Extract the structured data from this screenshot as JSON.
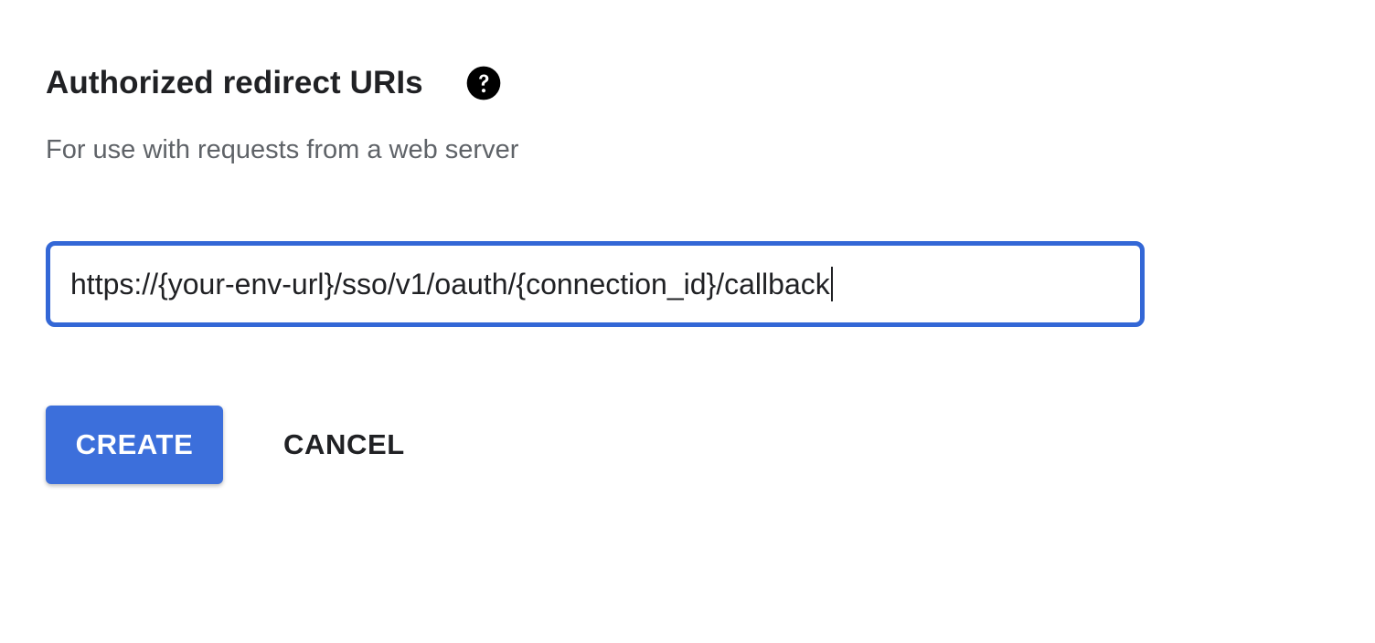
{
  "redirect_uris": {
    "heading": "Authorized redirect URIs",
    "help_icon": "help-circle-icon",
    "subtitle": "For use with requests from a web server",
    "uri_value": "https://{your-env-url}/sso/v1/oauth/{connection_id}/callback"
  },
  "actions": {
    "create_label": "CREATE",
    "cancel_label": "CANCEL"
  },
  "colors": {
    "accent": "#3367d6",
    "button": "#3c6fdb",
    "heading_text": "#202124",
    "secondary_text": "#5f6368"
  }
}
